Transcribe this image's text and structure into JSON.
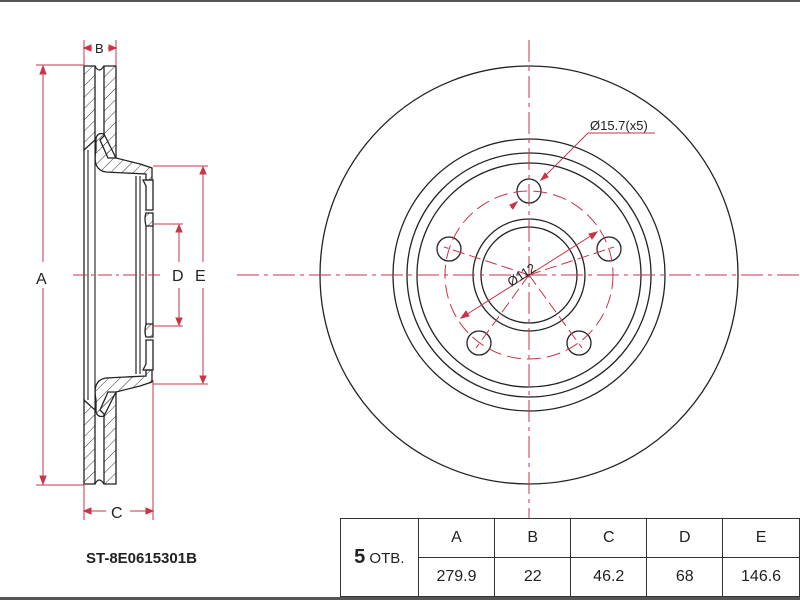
{
  "part_number": "ST-8E0615301B",
  "table": {
    "holes_count": "5",
    "holes_label": "ОТВ.",
    "headers": [
      "A",
      "B",
      "C",
      "D",
      "E"
    ],
    "values": [
      "279.9",
      "22",
      "46.2",
      "68",
      "146.6"
    ]
  },
  "side_view": {
    "labels": {
      "A": "A",
      "B": "B",
      "C": "C",
      "D": "D",
      "E": "E"
    }
  },
  "front_view": {
    "hole_callout": "Ø15.7(x5)",
    "bolt_circle_callout": "Ø112"
  },
  "colors": {
    "outline": "#222222",
    "dimension": "#c8344a"
  }
}
